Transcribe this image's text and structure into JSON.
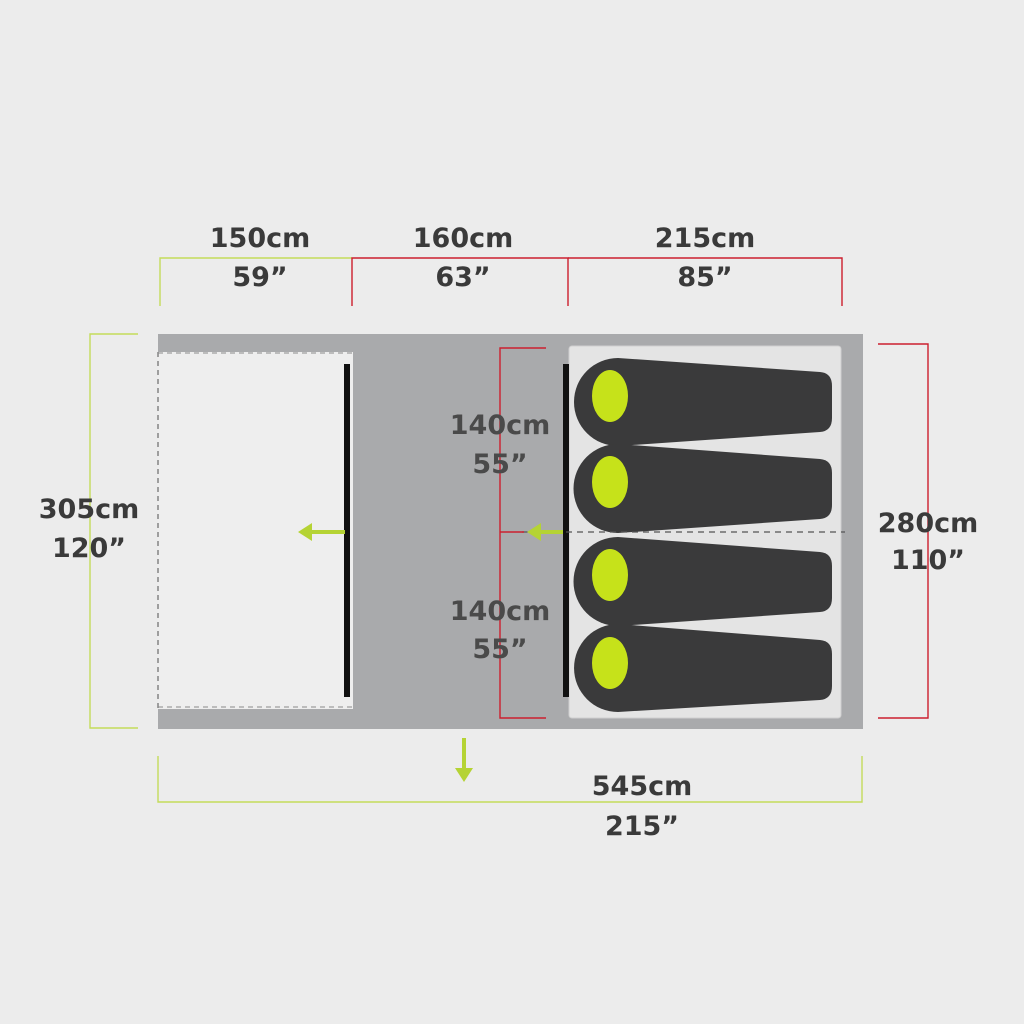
{
  "colors": {
    "background": "#ececec",
    "lime": "#b5d334",
    "lime_dim": "#c4dc5a",
    "red": "#cc1f2e",
    "footprint_grey": "#a9aaac",
    "bedroom_floor": "#e4e4e4",
    "bag_dark": "#3a3a3b",
    "bag_hood": "#c6e21a",
    "door_bar": "#111111",
    "text": "#3a3a3a"
  },
  "dimensions": {
    "porch_length": {
      "cm": "150cm",
      "in": "59”"
    },
    "living_length": {
      "cm": "160cm",
      "in": "63”"
    },
    "bedroom_length": {
      "cm": "215cm",
      "in": "85”"
    },
    "overall_width": {
      "cm": "305cm",
      "in": "120”"
    },
    "bedroom_width": {
      "cm": "280cm",
      "in": "110”"
    },
    "bay_upper": {
      "cm": "140cm",
      "in": "55”"
    },
    "bay_lower": {
      "cm": "140cm",
      "in": "55”"
    },
    "overall_length": {
      "cm": "545cm",
      "in": "215”"
    }
  },
  "sleeping_bags": [
    {
      "icon": "sleeping-bag-icon"
    },
    {
      "icon": "sleeping-bag-icon"
    },
    {
      "icon": "sleeping-bag-icon"
    },
    {
      "icon": "sleeping-bag-icon"
    }
  ],
  "arrows": [
    {
      "icon": "arrow-left-icon",
      "color": "#b5d334"
    },
    {
      "icon": "arrow-left-icon",
      "color": "#b5d334"
    },
    {
      "icon": "arrow-down-icon",
      "color": "#b5d334"
    }
  ]
}
